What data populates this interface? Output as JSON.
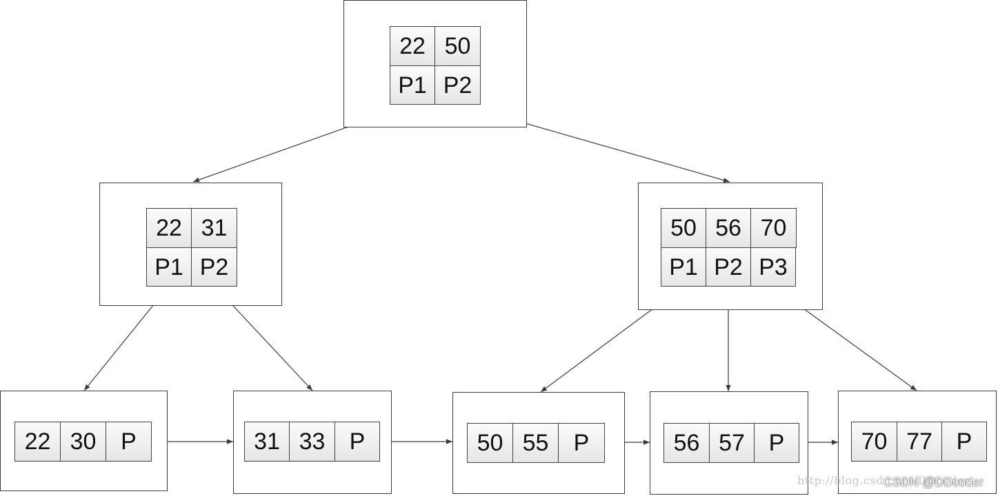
{
  "root": {
    "keys": [
      "22",
      "50"
    ],
    "pointers": [
      "P1",
      "P2"
    ]
  },
  "internal_left": {
    "keys": [
      "22",
      "31"
    ],
    "pointers": [
      "P1",
      "P2"
    ]
  },
  "internal_right": {
    "keys": [
      "50",
      "56",
      "70"
    ],
    "pointers": [
      "P1",
      "P2",
      "P3"
    ]
  },
  "leaves": [
    {
      "keys": [
        "22",
        "30"
      ],
      "next": "P"
    },
    {
      "keys": [
        "31",
        "33"
      ],
      "next": "P"
    },
    {
      "keys": [
        "50",
        "55"
      ],
      "next": "P"
    },
    {
      "keys": [
        "56",
        "57"
      ],
      "next": "P"
    },
    {
      "keys": [
        "70",
        "77"
      ],
      "next": "P"
    }
  ],
  "watermark": "http://blog.csdn.net/DDcoder",
  "credit": "CSDN @DDcoder",
  "colors": {
    "line": "#3a3a3a",
    "cell_top": "#fbfbfb",
    "cell_bottom": "#e6e6e6"
  }
}
